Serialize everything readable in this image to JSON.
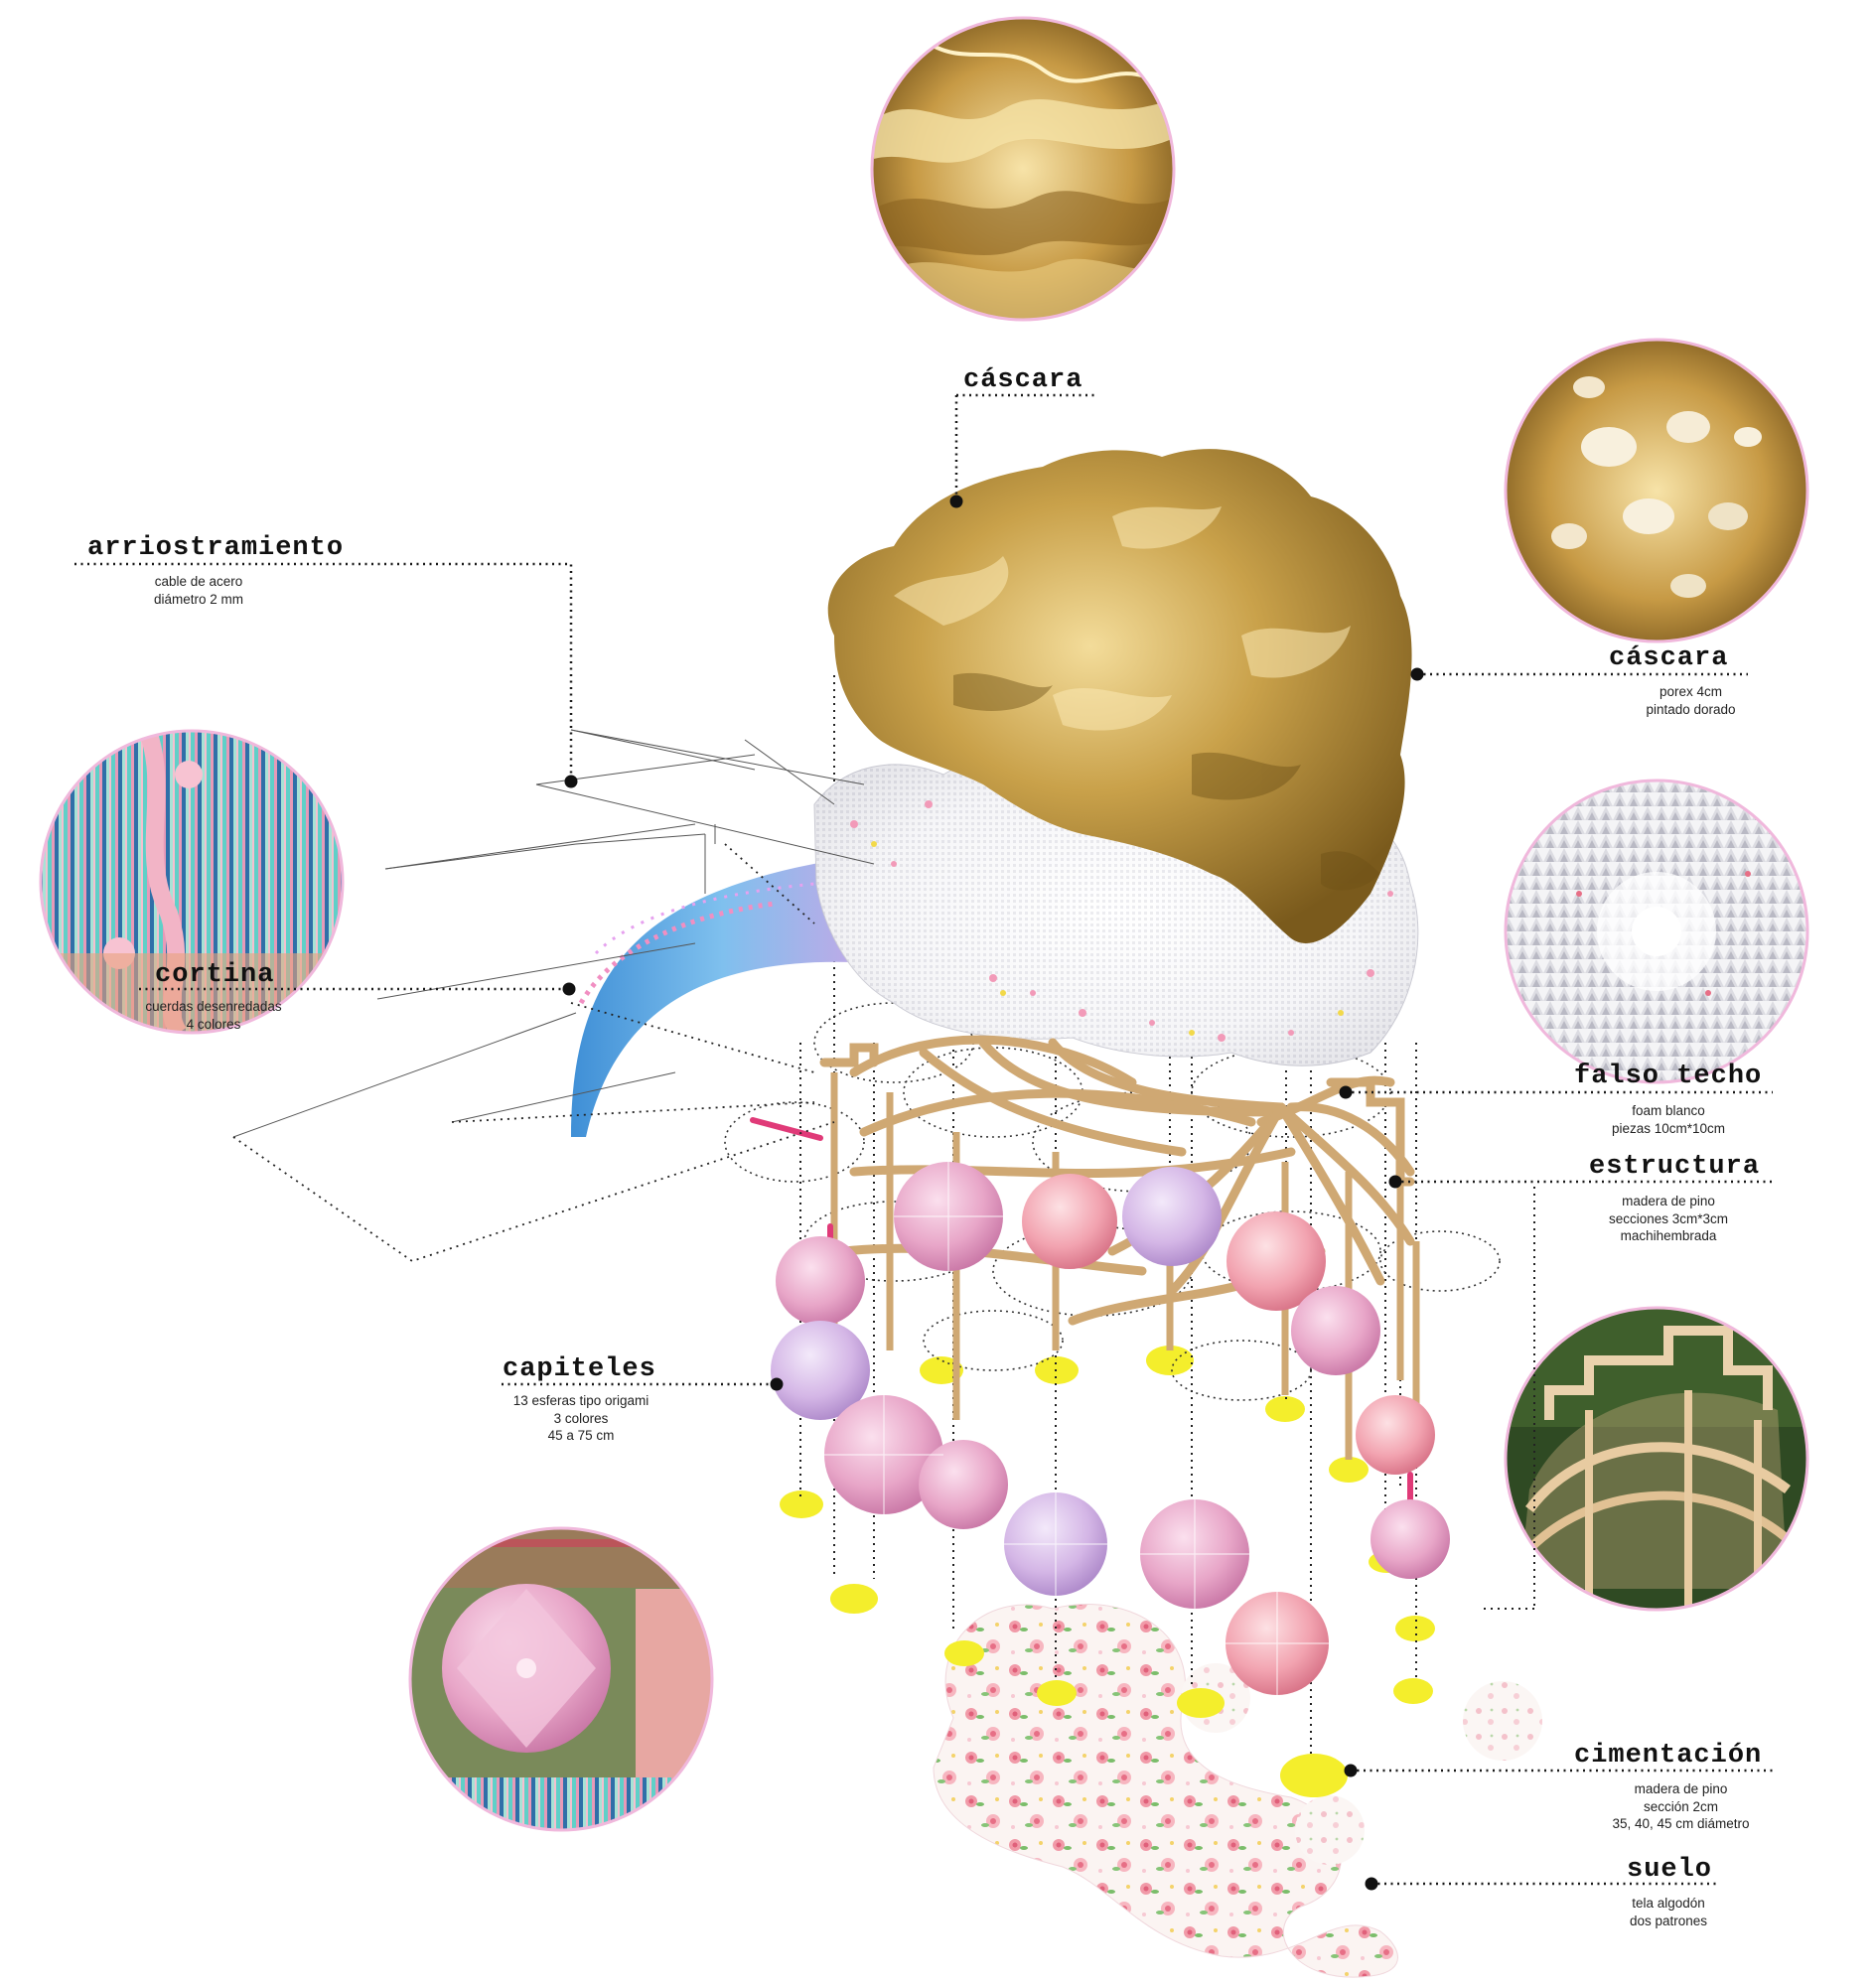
{
  "labels": {
    "cascara_top": {
      "title": "cáscara"
    },
    "cascara": {
      "title": "cáscara",
      "lines": [
        "porex 4cm",
        "pintado dorado"
      ]
    },
    "arriostramiento": {
      "title": "arriostramiento",
      "lines": [
        "cable de acero",
        "diámetro 2 mm"
      ]
    },
    "cortina": {
      "title": "cortina",
      "lines": [
        "cuerdas desenredadas",
        "4 colores"
      ]
    },
    "falso_techo": {
      "title": "falso techo",
      "lines": [
        "foam blanco",
        "piezas 10cm*10cm"
      ]
    },
    "estructura": {
      "title": "estructura",
      "lines": [
        "madera de pino",
        "secciones 3cm*3cm",
        "machihembrada"
      ]
    },
    "capiteles": {
      "title": "capiteles",
      "lines": [
        "13 esferas tipo origami",
        "3 colores",
        "45 a 75 cm"
      ]
    },
    "cimentacion": {
      "title": "cimentación",
      "lines": [
        "madera de pino",
        "sección 2cm",
        "35, 40, 45 cm diámetro"
      ]
    },
    "suelo": {
      "title": "suelo",
      "lines": [
        "tela algodón",
        "dos patrones"
      ]
    }
  },
  "photos": [
    {
      "id": "photo-shell-top",
      "subject": "gold crumpled shell texture"
    },
    {
      "id": "photo-shell-right",
      "subject": "gold shell pieces texture"
    },
    {
      "id": "photo-curtain",
      "subject": "colored untangled ropes curtain"
    },
    {
      "id": "photo-ceiling",
      "subject": "white foam ceiling pieces"
    },
    {
      "id": "photo-structure",
      "subject": "pine wood structure"
    },
    {
      "id": "photo-capitals",
      "subject": "pink origami spheres"
    }
  ],
  "colors": {
    "gold": "#c9a14a",
    "gold_dark": "#8f6a22",
    "wood": "#cfa873",
    "pink": "#e8a6c8",
    "yellow": "#f4ee2c",
    "circle_border": "#f0b8dc",
    "curtain_blue": "#5aa8e0"
  }
}
